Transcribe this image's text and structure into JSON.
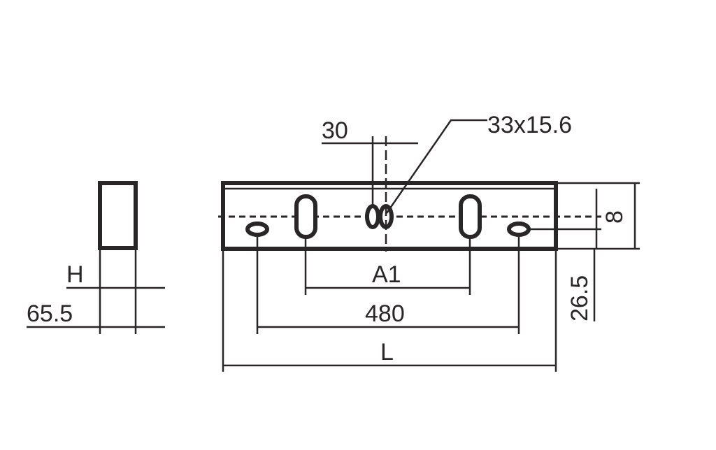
{
  "labels": {
    "height_h": "H",
    "depth": "65.5",
    "pitch_30": "30",
    "slot_size": "33x15.6",
    "a1": "A1",
    "spacing_480": "480",
    "length_l": "L",
    "offset_8": "8",
    "dim_26_5": "26.5"
  }
}
